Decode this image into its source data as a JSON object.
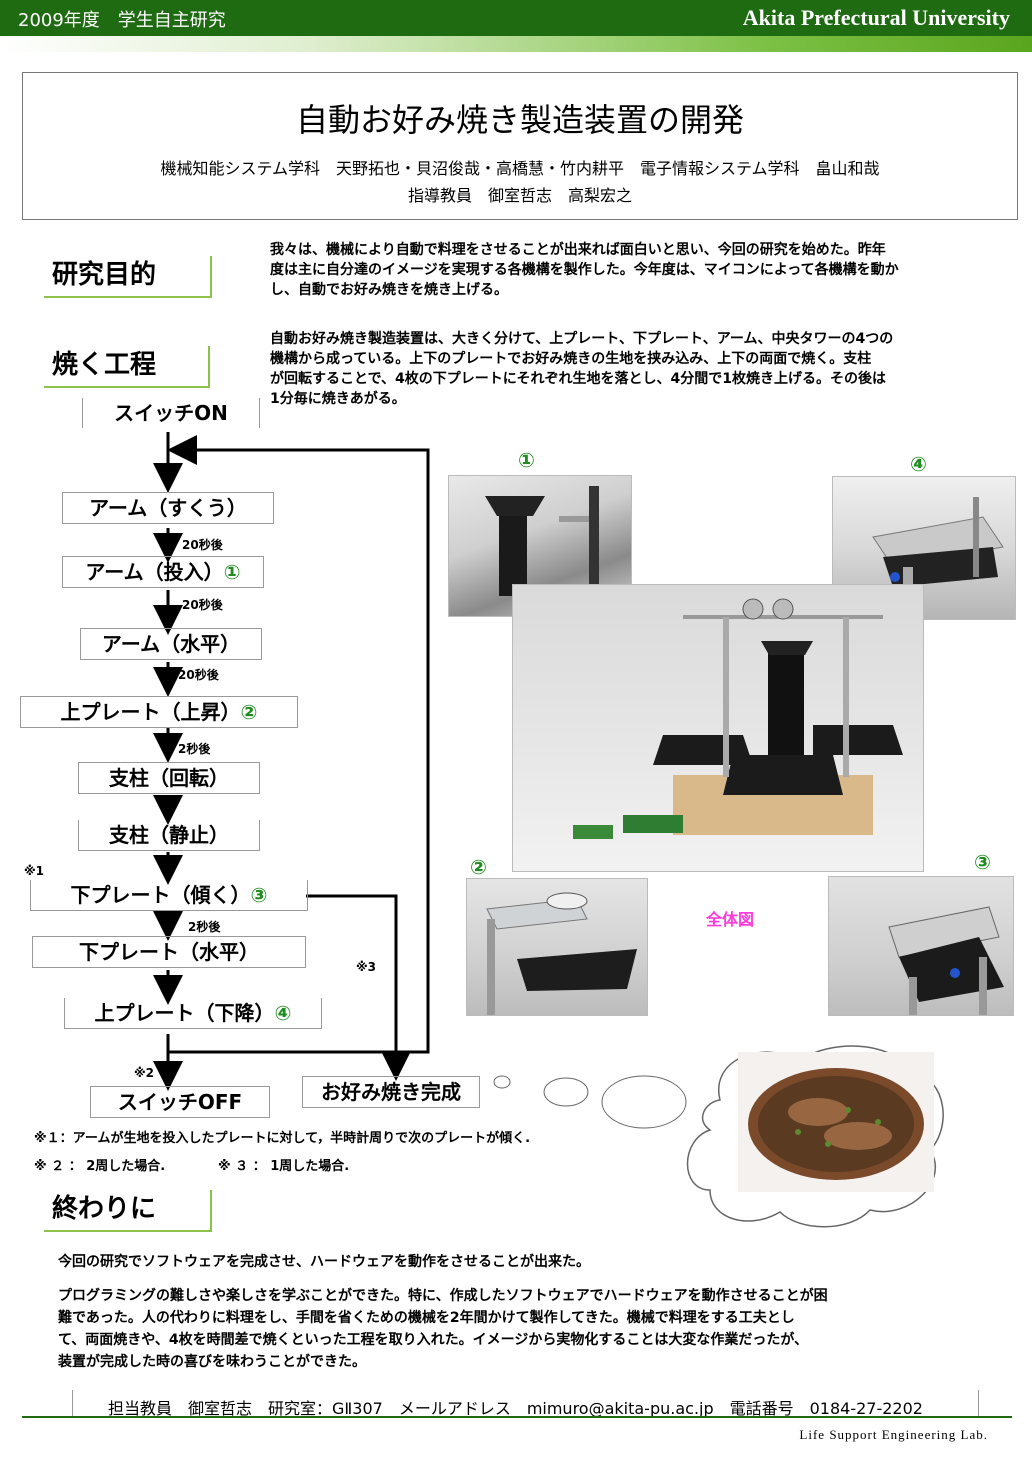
{
  "header": {
    "year_label": "2009年度　学生自主研究",
    "university": "Akita Prefectural University"
  },
  "title": "自動お好み焼き製造装置の開発",
  "authors": "機械知能システム学科　天野拓也・貝沼俊哉・高橋慧・竹内耕平　電子情報システム学科　畠山和哉",
  "advisors": "指導教員　御室哲志　高梨宏之",
  "sections": {
    "purpose": "研究目的",
    "process": "焼く工程",
    "conclusion": "終わりに"
  },
  "purpose_text": [
    "我々は、機械により自動で料理をさせることが出来れば面白いと思い、今回の研究を始めた。昨年",
    "度は主に自分達のイメージを実現する各機構を製作した。今年度は、マイコンによって各機構を動か",
    "し、自動でお好み焼きを焼き上げる。"
  ],
  "device_text": [
    "自動お好み焼き製造装置は、大きく分けて、上プレート、下プレート、アーム、中央タワーの4つの",
    "機構から成っている。上下のプレートでお好み焼きの生地を挟み込み、上下の両面で焼く。支柱",
    "が回転することで、4枚の下プレートにそれぞれ生地を落とし、4分間で1枚焼き上げる。その後は",
    "1分毎に焼きあがる。"
  ],
  "flow": {
    "switch_on": "スイッチON",
    "steps": [
      {
        "text": "アーム（すくう）",
        "mark": ""
      },
      {
        "text": "アーム（投入）",
        "mark": "①"
      },
      {
        "text": "アーム（水平）",
        "mark": ""
      },
      {
        "text": "上プレート（上昇）",
        "mark": "②"
      },
      {
        "text": "支柱（回転）",
        "mark": ""
      },
      {
        "text": "支柱（静止）",
        "mark": ""
      },
      {
        "text": "下プレート（傾く）",
        "mark": "③"
      },
      {
        "text": "下プレート（水平）",
        "mark": ""
      },
      {
        "text": "上プレート（下降）",
        "mark": "④"
      }
    ],
    "delays": [
      "20秒後",
      "20秒後",
      "20秒後",
      "2秒後",
      "2秒後"
    ],
    "note1_mark": "※1",
    "note2_mark": "※2",
    "note3_mark": "※3",
    "switch_off": "スイッチOFF",
    "complete": "お好み焼き完成"
  },
  "notes": {
    "n1": "※１：アームが生地を投入したプレートに対して，半時計周りで次のプレートが傾く.",
    "n2": "※ ２ ： 2周した場合.",
    "n3": "※ ３ ： 1周した場合."
  },
  "photos": {
    "label1": "①",
    "label2": "②",
    "label3": "③",
    "label4": "④",
    "overall_caption": "全体図"
  },
  "conclusion_text": {
    "p1": "今回の研究でソフトウェアを完成させ、ハードウェアを動作をさせることが出来た。",
    "p2": [
      "プログラミングの難しさや楽しさを学ぶことができた。特に、作成したソフトウェアでハードウェアを動作させることが困",
      "難であった。人の代わりに料理をし、手間を省くための機械を2年間かけて製作してきた。機械で料理をする工夫とし",
      "て、両面焼きや、4枚を時間差で焼くといった工程を取り入れた。イメージから実物化することは大変な作業だったが、",
      "装置が完成した時の喜びを味わうことができた。"
    ]
  },
  "footer": {
    "contact": "担当教員　御室哲志　研究室：GⅡ307　メールアドレス　mimuro@akita-pu.ac.jp　電話番号　0184-27-2202",
    "lab": "Life Support Engineering Lab."
  },
  "colors": {
    "header_green": "#1f6b12",
    "accent_green": "#8ac24a",
    "mark_green": "#1e8c1e",
    "caption_pink": "#ff3bd9"
  }
}
